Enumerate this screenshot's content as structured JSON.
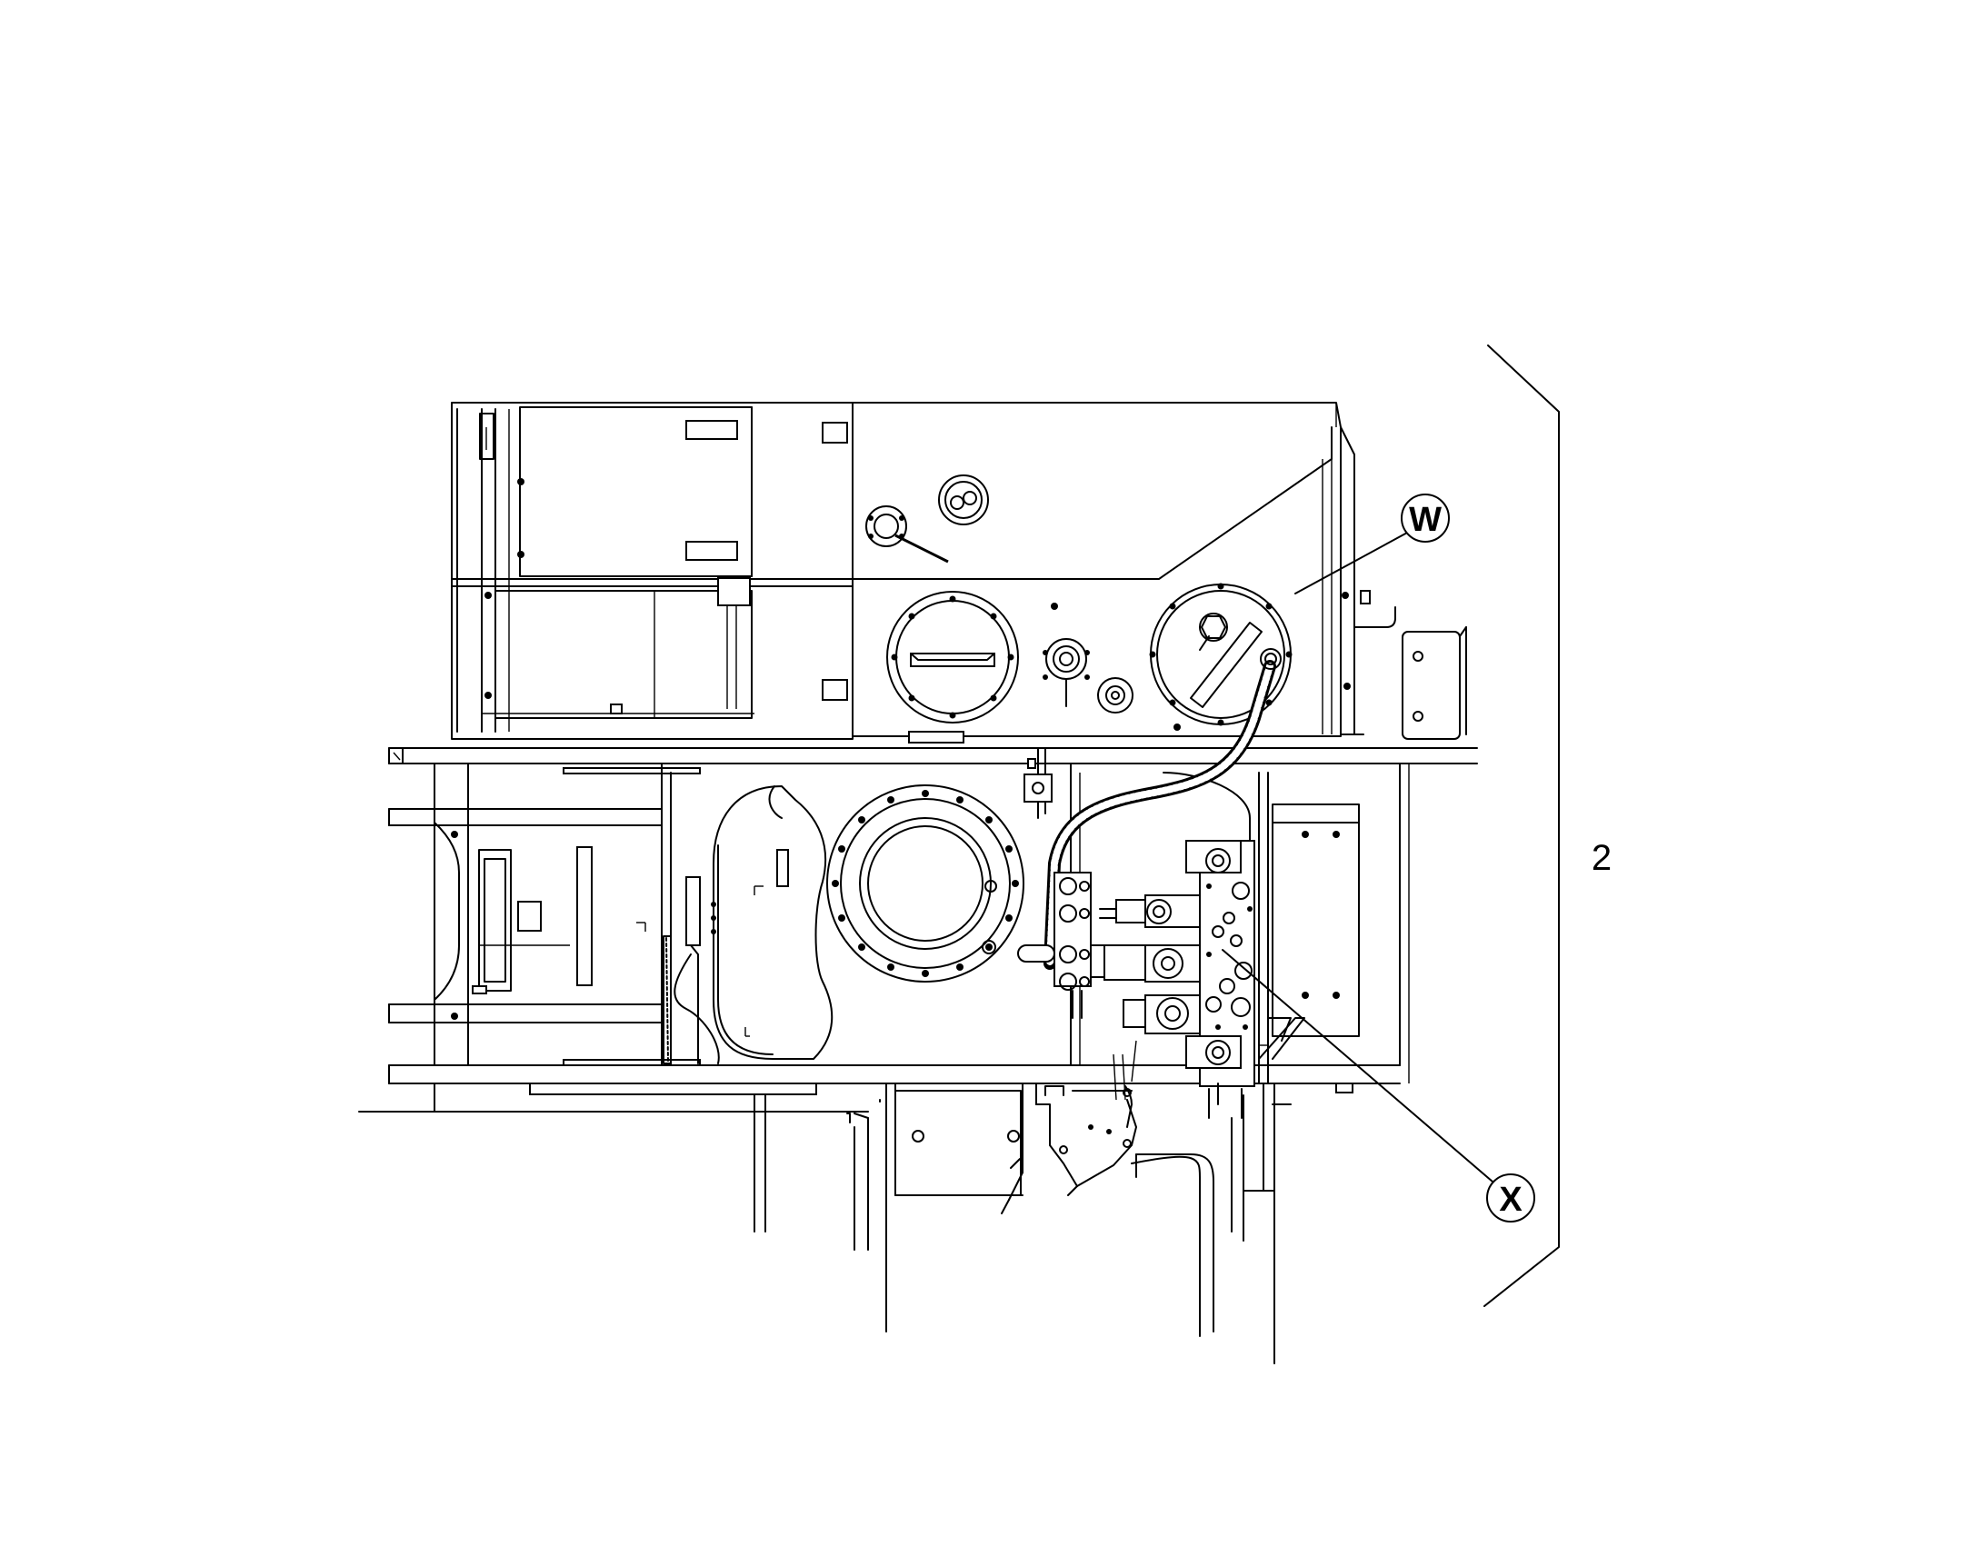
{
  "callouts": {
    "w": "W",
    "x": "X"
  },
  "bracket_label": "2"
}
